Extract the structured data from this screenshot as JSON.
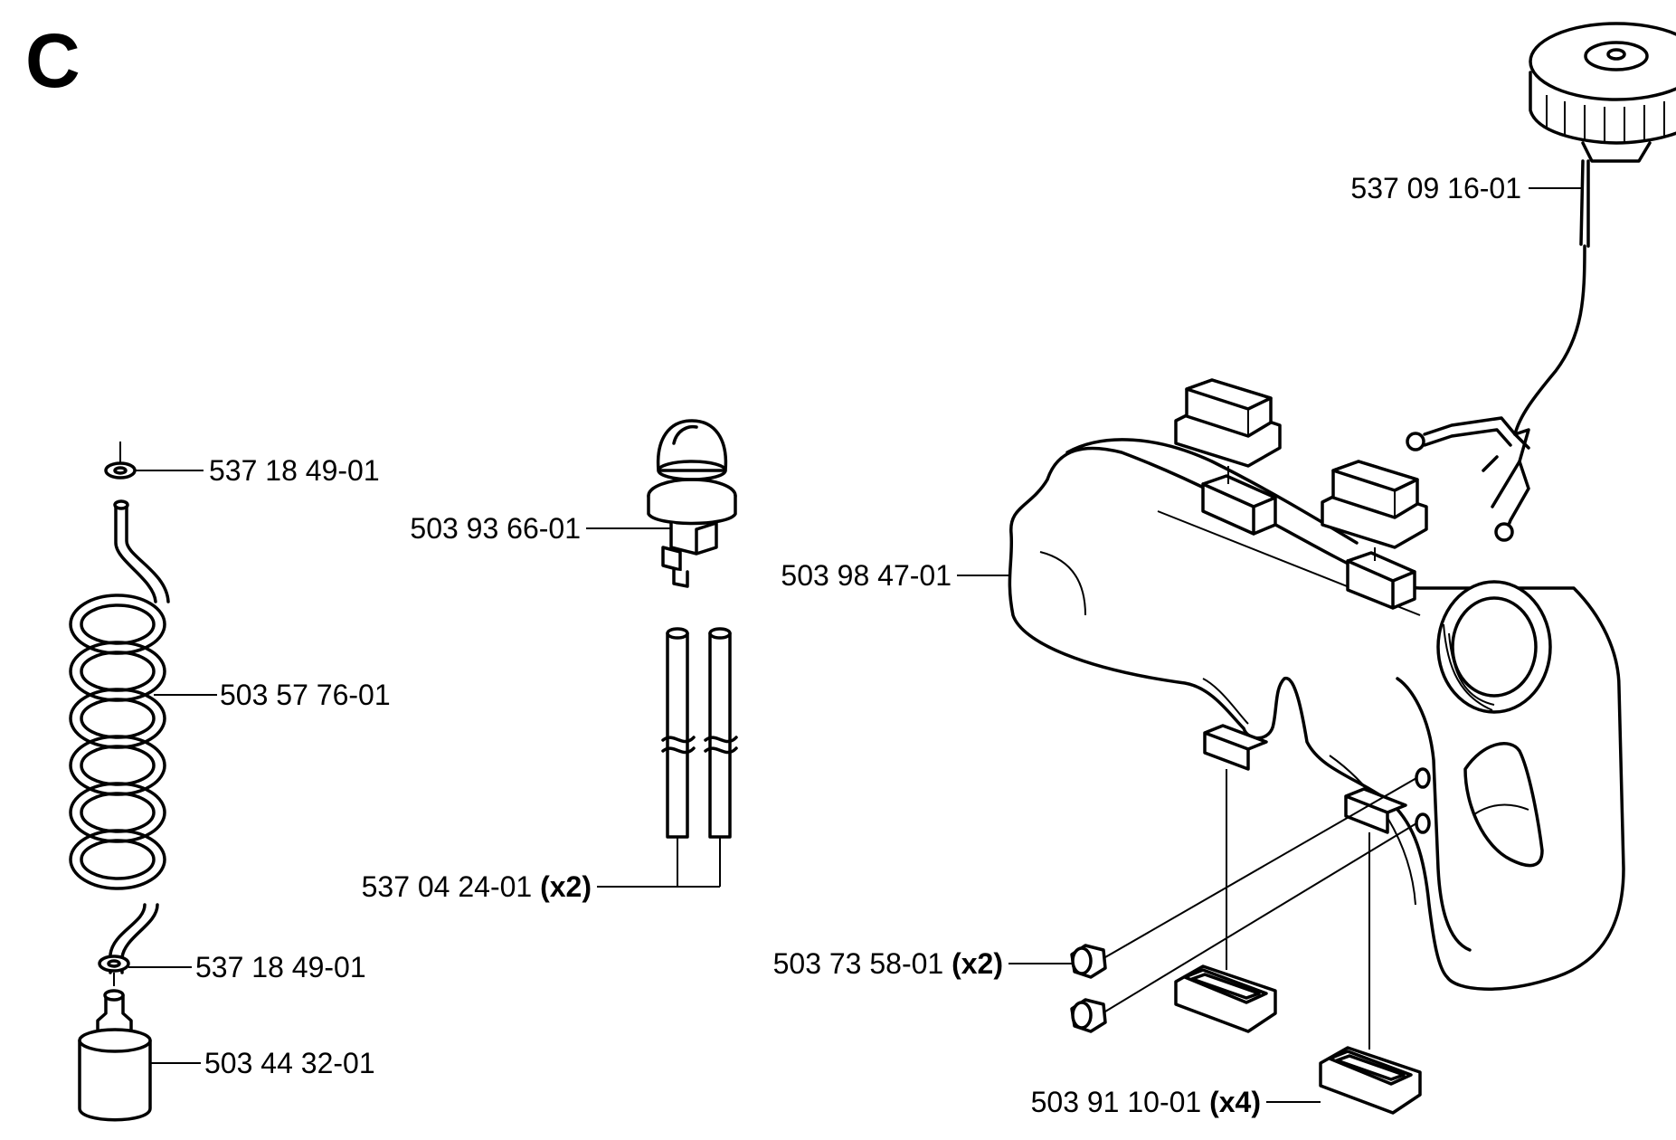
{
  "section_letter": "C",
  "parts": [
    {
      "id": "fuel-cap",
      "number": "537 09 16-01",
      "qty": ""
    },
    {
      "id": "grommet-top",
      "number": "537 18 49-01",
      "qty": ""
    },
    {
      "id": "primer-bulb",
      "number": "503 93 66-01",
      "qty": ""
    },
    {
      "id": "fuel-tank",
      "number": "503 98 47-01",
      "qty": ""
    },
    {
      "id": "fuel-hose",
      "number": "503 57 76-01",
      "qty": ""
    },
    {
      "id": "hose-pair",
      "number": "537 04 24-01",
      "qty": "(x2)"
    },
    {
      "id": "grommet-bottom",
      "number": "537 18 49-01",
      "qty": ""
    },
    {
      "id": "plug",
      "number": "503 73 58-01",
      "qty": "(x2)"
    },
    {
      "id": "fuel-filter",
      "number": "503 44 32-01",
      "qty": ""
    },
    {
      "id": "rubber-mount",
      "number": "503 91 10-01",
      "qty": "(x4)"
    }
  ]
}
